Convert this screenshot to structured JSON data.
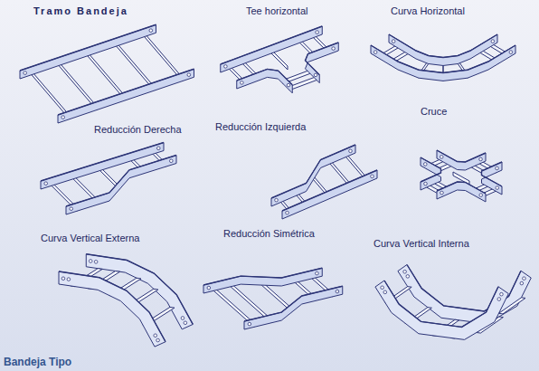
{
  "diagram": {
    "caption": "Bandeja Tipo",
    "labels": [
      "Tramo Bandeja",
      "Tee horizontal",
      "Curva Horizontal",
      "Reducción Derecha",
      "Reducción Izquierda",
      "Cruce",
      "Curva Vertical Externa",
      "Reducción Simétrica",
      "Curva Vertical Interna"
    ]
  }
}
